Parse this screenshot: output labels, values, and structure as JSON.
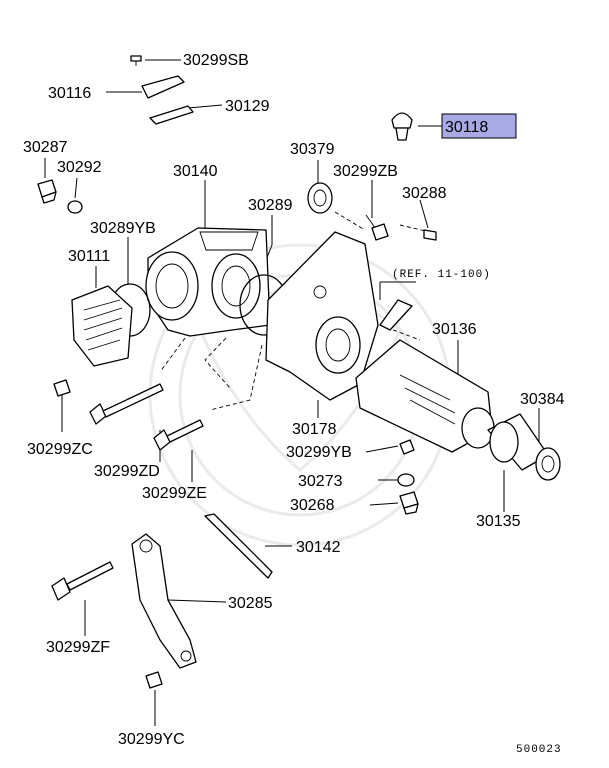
{
  "diagram": {
    "labels": {
      "p30299SB": "30299SB",
      "p30116": "30116",
      "p30129": "30129",
      "p30118": "30118",
      "p30287": "30287",
      "p30292": "30292",
      "p30379": "30379",
      "p30140": "30140",
      "p30299ZB": "30299ZB",
      "p30288": "30288",
      "p30289": "30289",
      "p30289YB": "30289YB",
      "p30111": "30111",
      "ref": "(REF. 11-100)",
      "p30136": "30136",
      "p30384": "30384",
      "p30299ZC": "30299ZC",
      "p30178": "30178",
      "p30299YB": "30299YB",
      "p30299ZD": "30299ZD",
      "p30273": "30273",
      "p30135": "30135",
      "p30299ZE": "30299ZE",
      "p30268": "30268",
      "p30142": "30142",
      "p30285": "30285",
      "p30299ZF": "30299ZF",
      "p30299YC": "30299YC",
      "diagram_code": "500023"
    },
    "highlight_color": "#a9a9e6"
  }
}
